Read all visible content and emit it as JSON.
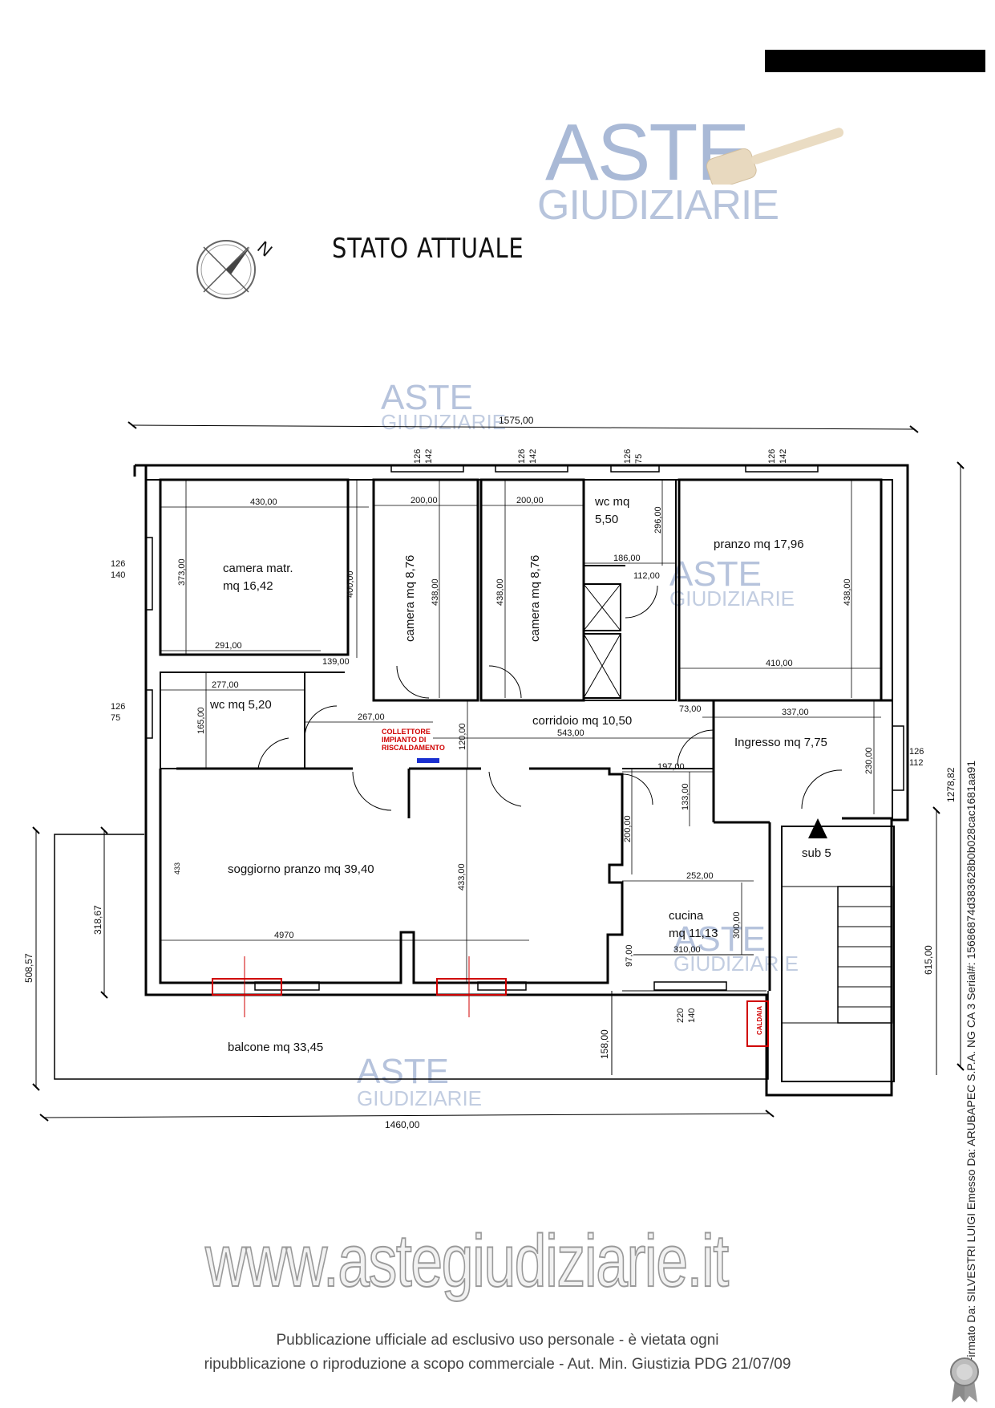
{
  "watermark": {
    "line1": "ASTE",
    "line2": "GIUDIZIARIE"
  },
  "title": "STATO ATTUALE",
  "compass": {
    "north_label": "N"
  },
  "dimensions": {
    "top_total": "1575,00",
    "bottom_total": "1460,00",
    "right_total": "1278,82",
    "right_lower": "615,00",
    "left_outer": "508,57",
    "left_inner": "318,67",
    "balcony_depth": "158,00",
    "win_top_1a": "126",
    "win_top_1b": "142",
    "win_top_2a": "126",
    "win_top_2b": "142",
    "win_top_3a": "126",
    "win_top_3b": "75",
    "win_top_4a": "126",
    "win_top_4b": "142",
    "win_left_1a": "126",
    "win_left_1b": "140",
    "win_left_2a": "126",
    "win_left_2b": "75",
    "win_right_a": "126",
    "win_right_b": "112",
    "win_bottom_a": "220",
    "win_bottom_b": "140",
    "d_430": "430,00",
    "d_373": "373,00",
    "d_400": "400,00",
    "d_291": "291,00",
    "d_139": "139,00",
    "d_200a": "200,00",
    "d_200b": "200,00",
    "d_438a": "438,00",
    "d_438b": "438,00",
    "d_438c": "438,00",
    "d_296": "296,00",
    "d_186": "186,00",
    "d_112": "112,00",
    "d_410": "410,00",
    "d_277": "277,00",
    "d_165": "165,00",
    "d_267": "267,00",
    "d_120": "120,00",
    "d_543": "543,00",
    "d_73": "73,00",
    "d_337": "337,00",
    "d_230": "230,00",
    "d_197": "197,00",
    "d_133": "133,00",
    "d_200c": "200,00",
    "d_433a": "433,00",
    "d_433b": "433",
    "d_252": "252,00",
    "d_300": "300,00",
    "d_97": "97,00",
    "d_310": "310,00",
    "d_4970": "4970"
  },
  "rooms": {
    "camera_matr_1": "camera matr.",
    "camera_matr_2": "mq 16,42",
    "camera1": "camera mq 8,76",
    "camera2": "camera mq 8,76",
    "wc1_1": "wc mq",
    "wc1_2": "5,50",
    "pranzo": "pranzo mq 17,96",
    "wc2": "wc mq 5,20",
    "corridoio": "corridoio mq 10,50",
    "ingresso": "Ingresso mq 7,75",
    "sub": "sub 5",
    "soggiorno": "soggiorno pranzo mq 39,40",
    "cucina_1": "cucina",
    "cucina_2": "mq 11,13",
    "balcone": "balcone mq 33,45"
  },
  "annotations": {
    "collettore_1": "COLLETTORE",
    "collettore_2": "IMPIANTO DI",
    "collettore_3": "RISCALDAMENTO",
    "caldaia": "CALDAIA"
  },
  "footer": {
    "website": "www.astegiudiziarie.it",
    "disclaimer_1": "Pubblicazione ufficiale ad esclusivo uso personale - è vietata ogni",
    "disclaimer_2": "ripubblicazione o riproduzione a scopo commerciale - Aut. Min. Giustizia PDG 21/07/09"
  },
  "signature": "Firmato Da: SILVESTRI LUIGI Emesso Da: ARUBAPEC S.P.A. NG CA 3 Serial#: 15686874d383628b0b028cac1681aa91"
}
